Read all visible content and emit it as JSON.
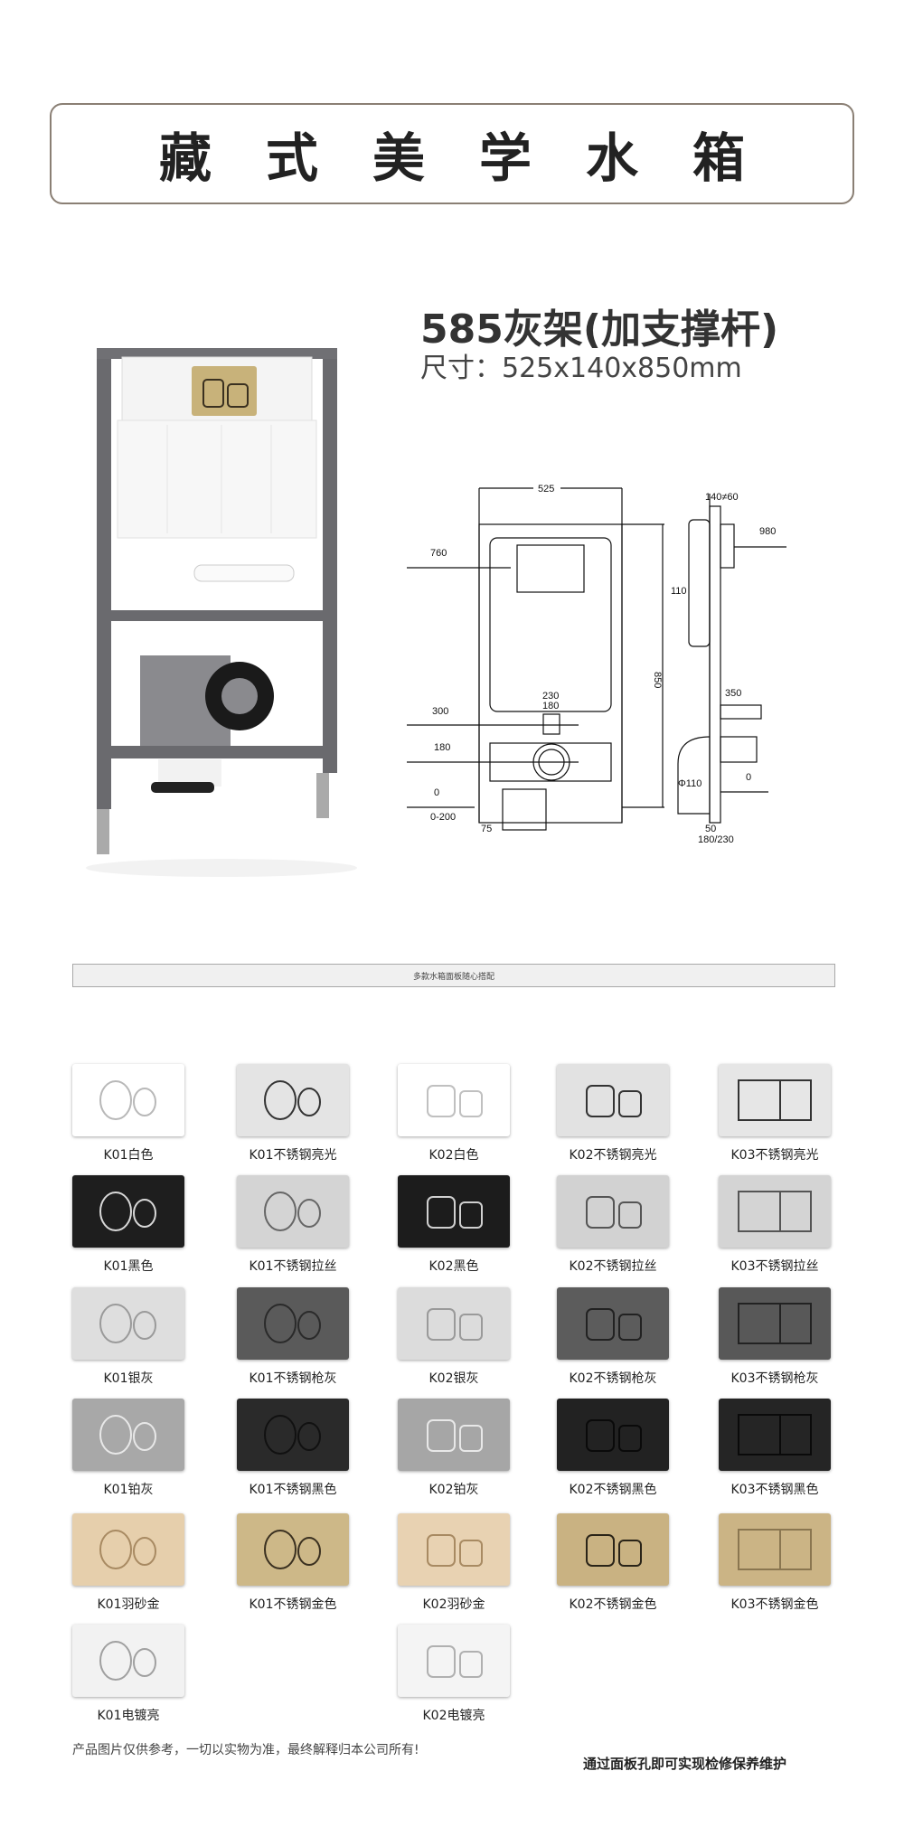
{
  "header": {
    "title_chars": [
      "藏",
      "式",
      "美",
      "学",
      "水",
      "箱"
    ]
  },
  "product": {
    "model": "585灰架(加支撑杆)",
    "size": "尺寸：525x140x850mm"
  },
  "drawing": {
    "width": "525",
    "height": "850",
    "level_760": "760",
    "level_300": "300",
    "level_180": "180",
    "level_0": "0",
    "adjust": "0-200",
    "foot": "75",
    "d230": "230",
    "d180": "180",
    "side_top": "140≠60",
    "side_980": "980",
    "side_110": "110",
    "side_350": "350",
    "side_p110": "Φ110",
    "side_0": "0",
    "side_50": "50",
    "side_bottom": "180/230"
  },
  "banner": "多款水箱面板随心搭配",
  "panels": [
    {
      "label": "K01白色",
      "style": "K01",
      "bg": "#ffffff",
      "line": "#b8b8b8"
    },
    {
      "label": "K01不锈钢亮光",
      "style": "K01",
      "bg": "#e4e4e4",
      "line": "#333333"
    },
    {
      "label": "K02白色",
      "style": "K02",
      "bg": "#ffffff",
      "line": "#c0c0c0"
    },
    {
      "label": "K02不锈钢亮光",
      "style": "K02",
      "bg": "#e2e2e2",
      "line": "#333333"
    },
    {
      "label": "K03不锈钢亮光",
      "style": "K03",
      "bg": "#e6e6e6",
      "line": "#333333"
    },
    {
      "label": "K01黑色",
      "style": "K01",
      "bg": "#1e1e1e",
      "line": "#d8d8d8"
    },
    {
      "label": "K01不锈钢拉丝",
      "style": "K01",
      "bg": "#d4d4d4",
      "line": "#666666"
    },
    {
      "label": "K02黑色",
      "style": "K02",
      "bg": "#1c1c1c",
      "line": "#d0d0d0"
    },
    {
      "label": "K02不锈钢拉丝",
      "style": "K02",
      "bg": "#d2d2d2",
      "line": "#555555"
    },
    {
      "label": "K03不锈钢拉丝",
      "style": "K03",
      "bg": "#d4d4d4",
      "line": "#555555"
    },
    {
      "label": "K01银灰",
      "style": "K01",
      "bg": "#dedede",
      "line": "#9a9a9a"
    },
    {
      "label": "K01不锈钢枪灰",
      "style": "K01",
      "bg": "#5a5a5a",
      "line": "#2a2a2a"
    },
    {
      "label": "K02银灰",
      "style": "K02",
      "bg": "#dcdcdc",
      "line": "#9a9a9a"
    },
    {
      "label": "K02不锈钢枪灰",
      "style": "K02",
      "bg": "#5c5c5c",
      "line": "#222222"
    },
    {
      "label": "K03不锈钢枪灰",
      "style": "K03",
      "bg": "#585858",
      "line": "#222222"
    },
    {
      "label": "K01铂灰",
      "style": "K01",
      "bg": "#a8a8a8",
      "line": "#e8e8e8"
    },
    {
      "label": "K01不锈钢黑色",
      "style": "K01",
      "bg": "#2a2a2a",
      "line": "#111111"
    },
    {
      "label": "K02铂灰",
      "style": "K02",
      "bg": "#a6a6a6",
      "line": "#e8e8e8"
    },
    {
      "label": "K02不锈钢黑色",
      "style": "K02",
      "bg": "#222222",
      "line": "#0a0a0a"
    },
    {
      "label": "K03不锈钢黑色",
      "style": "K03",
      "bg": "#252525",
      "line": "#0a0a0a"
    },
    {
      "label": "K01羽砂金",
      "style": "K01",
      "bg": "#e6cfac",
      "line": "#a88a62"
    },
    {
      "label": "K01不锈钢金色",
      "style": "K01",
      "bg": "#cdb888",
      "line": "#3a3020"
    },
    {
      "label": "K02羽砂金",
      "style": "K02",
      "bg": "#e8d2b2",
      "line": "#a88a62"
    },
    {
      "label": "K02不锈钢金色",
      "style": "K02",
      "bg": "#c9b282",
      "line": "#2a2418"
    },
    {
      "label": "K03不锈钢金色",
      "style": "K03",
      "bg": "#cbb485",
      "line": "#8a7650"
    },
    {
      "label": "K01电镀亮",
      "style": "K01",
      "bg": "#f2f2f2",
      "line": "#a0a0a0",
      "col": 0
    },
    {
      "label": "K02电镀亮",
      "style": "K02",
      "bg": "#f4f4f4",
      "line": "#b0b0b0",
      "col": 2
    }
  ],
  "footer": {
    "disclaimer": "产品图片仅供参考，一切以实物为准，最终解释归本公司所有!",
    "maintenance": "通过面板孔即可实现检修保养维护"
  }
}
